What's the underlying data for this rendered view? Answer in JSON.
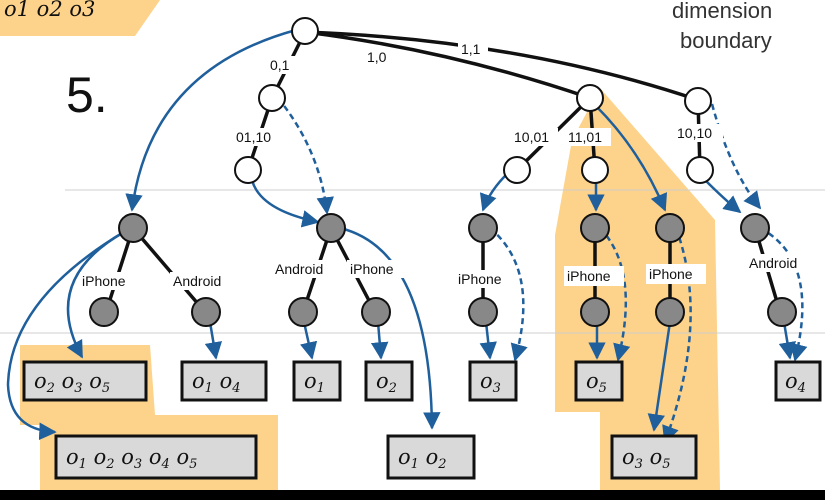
{
  "slide": {
    "step_number": "5.",
    "header_partial": "dimension",
    "header_label": "boundary",
    "corner_partial": "o1 o2 o3"
  },
  "edge_labels": {
    "root_left": "0,1",
    "root_mid": "1,0",
    "root_right": "1,1",
    "a": "01,10",
    "b": "10,01",
    "c": "11,01",
    "d": "10,10"
  },
  "leaf_labels": {
    "g1_left": "iPhone",
    "g1_right": "Android",
    "g2_left": "Android",
    "g2_right": "iPhone",
    "g3": "iPhone",
    "g4": "iPhone",
    "g5": "iPhone",
    "g6": "Android"
  },
  "result_boxes": [
    {
      "id": "b1",
      "items": [
        "2",
        "3",
        "5"
      ]
    },
    {
      "id": "b2",
      "items": [
        "1",
        "4"
      ]
    },
    {
      "id": "b3",
      "items": [
        "1"
      ]
    },
    {
      "id": "b4",
      "items": [
        "2"
      ]
    },
    {
      "id": "b5",
      "items": [
        "3"
      ]
    },
    {
      "id": "b6",
      "items": [
        "5"
      ]
    },
    {
      "id": "b7",
      "items": [
        "4"
      ]
    },
    {
      "id": "b8",
      "items": [
        "1",
        "2",
        "3",
        "4",
        "5"
      ]
    },
    {
      "id": "b9",
      "items": [
        "1",
        "2"
      ]
    },
    {
      "id": "b10",
      "items": [
        "3",
        "5"
      ]
    }
  ],
  "colors": {
    "highlight": "#fdd28a",
    "arrow": "#1f5f9c",
    "inner_node": "#888888",
    "box_fill": "#d9d9d9"
  }
}
